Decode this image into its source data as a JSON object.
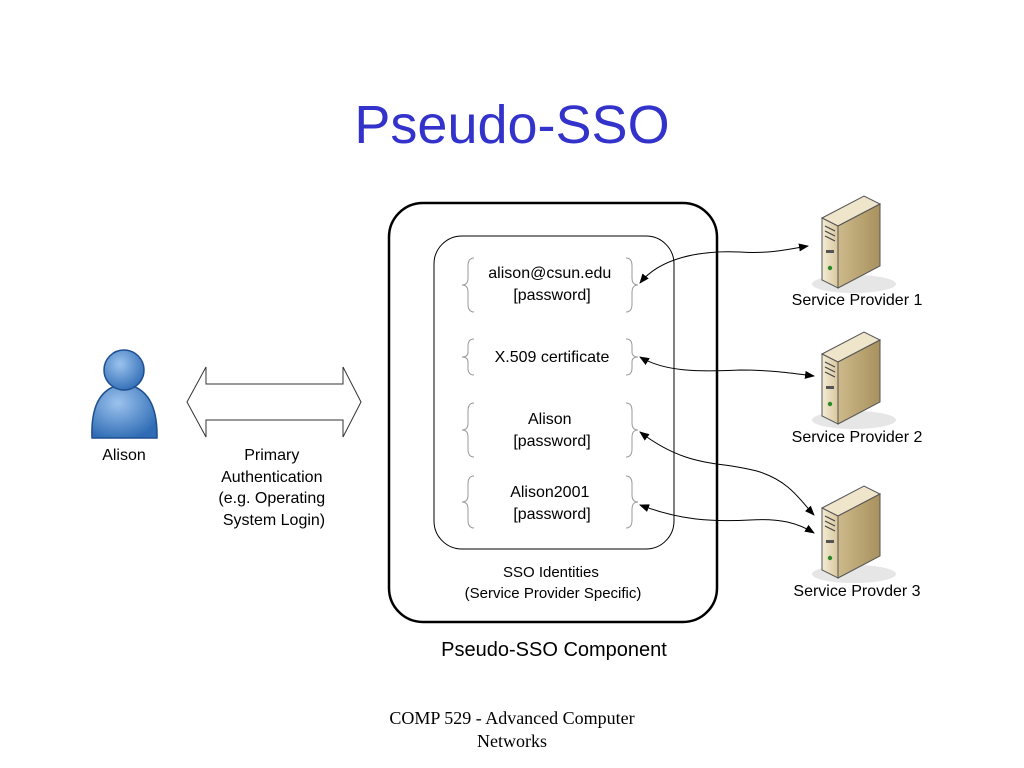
{
  "slide": {
    "title": "Pseudo-SSO",
    "footer": {
      "line1": "COMP 529 - Advanced Computer",
      "line2": "Networks"
    }
  },
  "diagram": {
    "user": {
      "label": "Alison",
      "icon": "person-icon"
    },
    "arrow": {
      "icon": "double-arrow-icon",
      "label_lines": [
        "Primary",
        "Authentication",
        "(e.g. Operating",
        "System Login)"
      ]
    },
    "component": {
      "label": "Pseudo-SSO Component"
    },
    "identities_box": {
      "label_lines": [
        "SSO Identities",
        "(Service Provider Specific)"
      ]
    },
    "identities": [
      {
        "lines": [
          "alison@csun.edu",
          "[password]"
        ]
      },
      {
        "lines": [
          "X.509 certificate"
        ]
      },
      {
        "lines": [
          "Alison",
          "[password]"
        ]
      },
      {
        "lines": [
          "Alison2001",
          "[password]"
        ]
      }
    ],
    "servers": [
      {
        "label": "Service Provider 1",
        "icon": "server-icon"
      },
      {
        "label": "Service Provider 2",
        "icon": "server-icon"
      },
      {
        "label": "Service Provder 3",
        "icon": "server-icon"
      }
    ]
  },
  "colors": {
    "title": "#3333cc",
    "person": "#4a86c8",
    "server_body": "#e9dcbc"
  }
}
